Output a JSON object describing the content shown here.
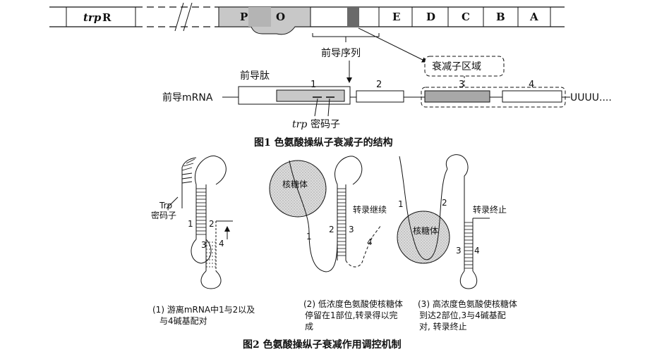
{
  "figure1": {
    "caption": "图1  色氨酸操纵子衰减子的结构",
    "operon_segments": [
      "trp R",
      "P",
      "O",
      "E",
      "D",
      "C",
      "B",
      "A"
    ],
    "leader_sequence_label": "前导序列",
    "attenuator_region_label": "衰减子区域",
    "leader_peptide_label": "前导肽",
    "leader_mrna_label": "前导mRNA",
    "region_numbers": [
      "1",
      "2",
      "3",
      "4"
    ],
    "mrna_tail": "UUUU....",
    "trp_codon_label_italic": "trp",
    "trp_codon_label": "密码子"
  },
  "figure2": {
    "caption": "图2  色氨酸操纵子衰减作用调控机制",
    "panel1": {
      "trp_codon_line1": "Trp",
      "trp_codon_line2": "密码子",
      "numbers": [
        "1",
        "2",
        "3",
        "4"
      ],
      "caption_lines": [
        "(1) 游离mRNA中1与2以及",
        "与4碱基配对"
      ]
    },
    "panel2": {
      "ribosome_label": "核糖体",
      "continue_label": "转录继续",
      "numbers": [
        "1",
        "2",
        "3",
        "4"
      ],
      "caption_lines": [
        "(2) 低浓度色氨酸使核糖体",
        "停留在1部位,转录得以完",
        "成"
      ]
    },
    "panel3": {
      "ribosome_label": "核糖体",
      "terminate_label": "转录终止",
      "numbers": [
        "1",
        "2",
        "3",
        "4"
      ],
      "caption_lines": [
        "(3) 高浓度色氨酸使核糖体",
        "到达2部位,3与4碱基配",
        "对, 转录终止"
      ]
    }
  }
}
